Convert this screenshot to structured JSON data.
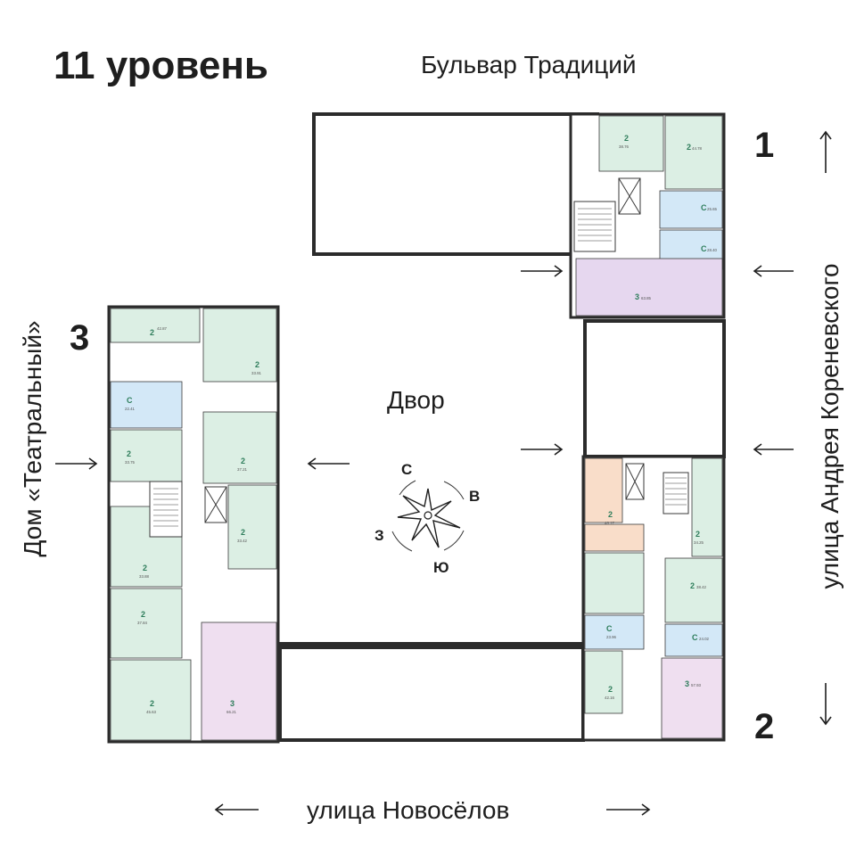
{
  "title": "11 уровень",
  "streets": {
    "north": "Бульвар  Традиций",
    "east": "улица Андрея Кореневского",
    "south": "улица Новосёлов",
    "west": "Дом «Театральный»"
  },
  "yard_label": "Двор",
  "compass": {
    "north": "С",
    "east": "В",
    "south": "Ю",
    "west": "З"
  },
  "sections": [
    {
      "number": "1"
    },
    {
      "number": "2"
    },
    {
      "number": "3"
    }
  ],
  "apartment_colors": {
    "two_room": "#dcefe4",
    "studio": "#d3e8f7",
    "three_room": "#efdff0",
    "purple_three": "#e6d7ef",
    "orange": "#f9ddc9",
    "corridor": "#ffffff"
  },
  "apartments": {
    "s1": [
      {
        "rooms": "2",
        "area": "38.76"
      },
      {
        "rooms": "2",
        "area": "44.78"
      },
      {
        "rooms": "С",
        "area": "25.65"
      },
      {
        "rooms": "С",
        "area": "28.40"
      },
      {
        "rooms": "3",
        "area": "63.85"
      }
    ],
    "s2": [
      {
        "rooms": "2",
        "area": "46.17"
      },
      {
        "rooms": "2",
        "area": "34.25"
      },
      {
        "rooms": "2",
        "area": "38.42"
      },
      {
        "rooms": "С",
        "area": "23.96"
      },
      {
        "rooms": "С",
        "area": "24.02"
      },
      {
        "rooms": "2",
        "area": "42.16"
      },
      {
        "rooms": "3",
        "area": "57.93"
      }
    ],
    "s3": [
      {
        "rooms": "2",
        "area": "42.87"
      },
      {
        "rooms": "2",
        "area": "33.91"
      },
      {
        "rooms": "С",
        "area": "22.41"
      },
      {
        "rooms": "2",
        "area": "33.75"
      },
      {
        "rooms": "2",
        "area": "37.21"
      },
      {
        "rooms": "2",
        "area": "33.42"
      },
      {
        "rooms": "2",
        "area": "33.88"
      },
      {
        "rooms": "2",
        "area": "37.84"
      },
      {
        "rooms": "2",
        "area": "45.63"
      },
      {
        "rooms": "3",
        "area": "66.21"
      }
    ]
  }
}
